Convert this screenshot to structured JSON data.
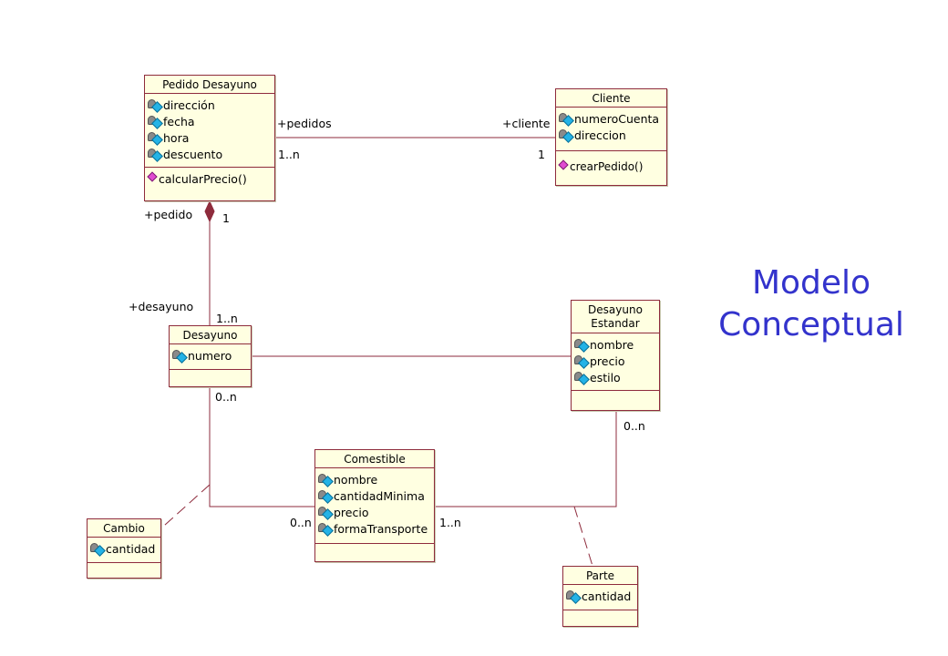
{
  "title": {
    "line1": "Modelo",
    "line2": "Conceptual"
  },
  "classes": {
    "pedido": {
      "name": "Pedido Desayuno",
      "attrs": [
        "dirección",
        "fecha",
        "hora",
        "descuento"
      ],
      "ops": [
        "calcularPrecio()"
      ]
    },
    "cliente": {
      "name": "Cliente",
      "attrs": [
        "numeroCuenta",
        "direccion"
      ],
      "ops": [
        "crearPedido()"
      ]
    },
    "desayuno": {
      "name": "Desayuno",
      "attrs": [
        "numero"
      ]
    },
    "estandar": {
      "name_line1": "Desayuno",
      "name_line2": "Estandar",
      "attrs": [
        "nombre",
        "precio",
        "estilo"
      ]
    },
    "comestible": {
      "name": "Comestible",
      "attrs": [
        "nombre",
        "cantidadMinima",
        "precio",
        "formaTransporte"
      ]
    },
    "cambio": {
      "name": "Cambio",
      "attrs": [
        "cantidad"
      ]
    },
    "parte": {
      "name": "Parte",
      "attrs": [
        "cantidad"
      ]
    }
  },
  "labels": {
    "pedidos_role": "+pedidos",
    "pedidos_mult": "1..n",
    "cliente_role": "+cliente",
    "cliente_mult": "1",
    "pedido_role": "+pedido",
    "pedido_mult": "1",
    "desayuno_role": "+desayuno",
    "desayuno_mult": "1..n",
    "desayuno_comestible_mult": "0..n",
    "estandar_comestible_mult": "0..n",
    "comestible_left_mult": "0..n",
    "comestible_right_mult": "1..n"
  },
  "colors": {
    "line": "#8e2b3c",
    "class_fill": "#ffffe1",
    "title": "#3333cc",
    "diamond": "#8e2b3c"
  }
}
